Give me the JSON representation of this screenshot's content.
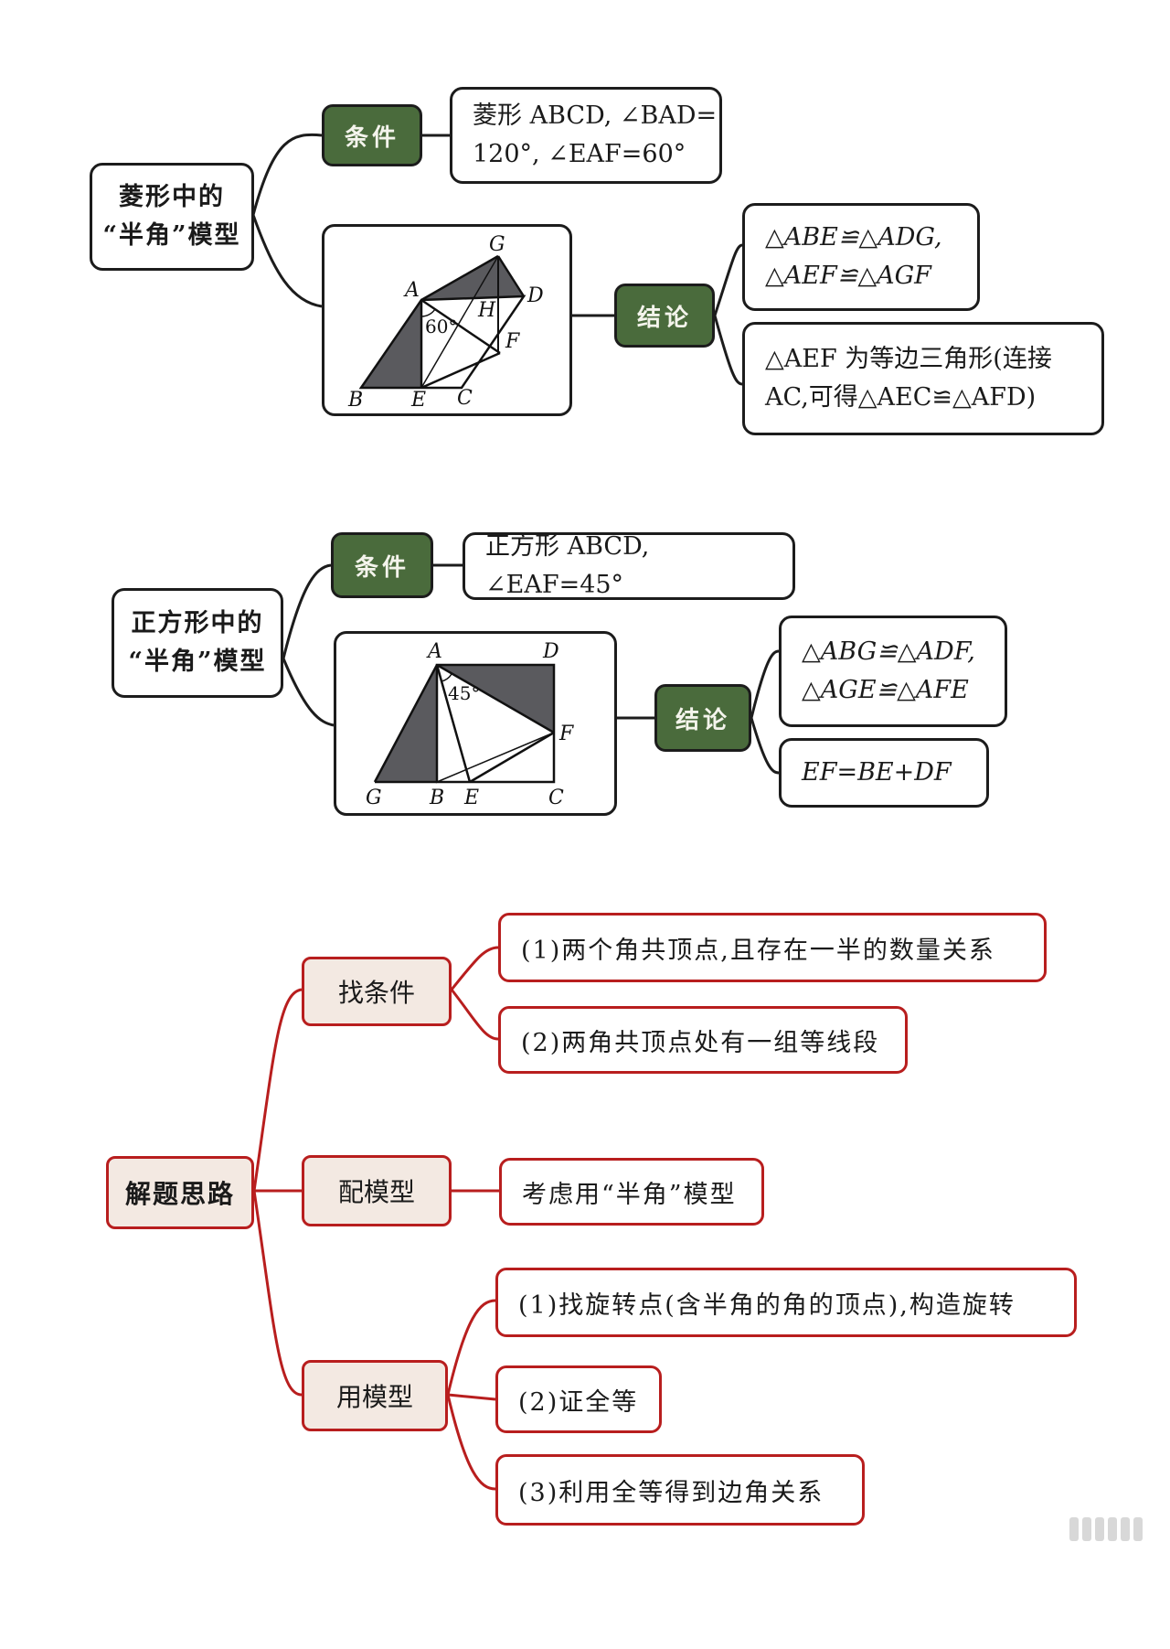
{
  "rhombus": {
    "title": "菱形中的\n“半角”模型",
    "condition_label": "条件",
    "condition_text": "菱形 ABCD, ∠BAD=\n120°, ∠EAF=60°",
    "conclusion_label": "结论",
    "conclusion_1": "△ABE≌△ADG,\n△AEF≌△AGF",
    "conclusion_2": "△AEF 为等边三角形(连接\nAC,可得△AEC≌△AFD)",
    "figure": {
      "labels": {
        "A": "A",
        "B": "B",
        "C": "C",
        "D": "D",
        "E": "E",
        "F": "F",
        "G": "G",
        "H": "H"
      },
      "angle_label": "60°"
    }
  },
  "square": {
    "title": "正方形中的\n“半角”模型",
    "condition_label": "条件",
    "condition_text": "正方形 ABCD, ∠EAF=45°",
    "conclusion_label": "结论",
    "conclusion_1": "△ABG≌△ADF,\n△AGE≌△AFE",
    "conclusion_2": "EF=BE+DF",
    "figure": {
      "labels": {
        "A": "A",
        "B": "B",
        "C": "C",
        "D": "D",
        "E": "E",
        "F": "F",
        "G": "G"
      },
      "angle_label": "45°"
    }
  },
  "approach": {
    "root": "解题思路",
    "branches": [
      {
        "label": "找条件",
        "items": [
          "(1)两个角共顶点,且存在一半的数量关系",
          "(2)两角共顶点处有一组等线段"
        ]
      },
      {
        "label": "配模型",
        "items": [
          "考虑用“半角”模型"
        ]
      },
      {
        "label": "用模型",
        "items": [
          "(1)找旋转点(含半角的角的顶点),构造旋转",
          "(2)证全等",
          "(3)利用全等得到边角关系"
        ]
      }
    ]
  },
  "colors": {
    "green_node": "#4a6b3c",
    "red_line": "#b81e1e",
    "pink_node": "#f3e9e2",
    "shade": "#5a5a5e"
  }
}
